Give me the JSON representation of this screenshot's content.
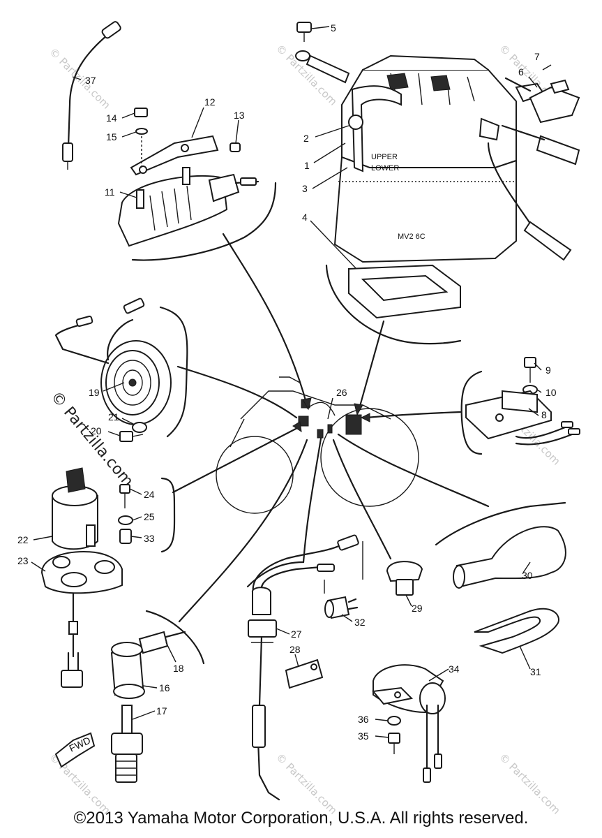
{
  "copyright": "©2013 Yamaha Motor Corporation, U.S.A. All rights reserved.",
  "watermark": "© Partzilla.com",
  "watermark_small": "© Partzilla.com",
  "fwd_label": "FWD",
  "battery_text": {
    "upper": "UPPER",
    "lower": "LOWER",
    "model": "MV2 6C"
  },
  "callouts": [
    "1",
    "2",
    "3",
    "4",
    "5",
    "6",
    "7",
    "8",
    "9",
    "10",
    "11",
    "12",
    "13",
    "14",
    "15",
    "16",
    "17",
    "18",
    "19",
    "20",
    "21",
    "22",
    "23",
    "24",
    "25",
    "26",
    "27",
    "28",
    "29",
    "30",
    "31",
    "32",
    "33",
    "34",
    "35",
    "36",
    "37"
  ]
}
